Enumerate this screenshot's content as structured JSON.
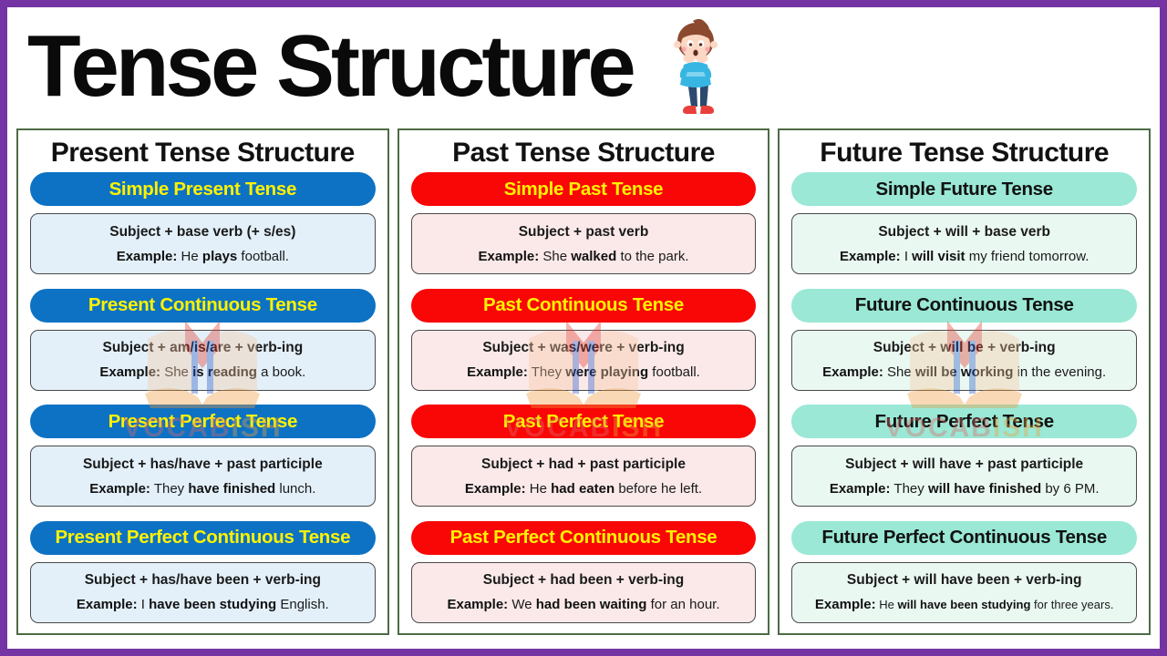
{
  "page": {
    "title": "Tense Structure",
    "border_color": "#7434A4",
    "column_border_color": "#4E6B44"
  },
  "watermark": {
    "text_primary": "VOCAB",
    "text_secondary": "ISH",
    "primary_color": "#E06A6A",
    "secondary_color": "#F0A23C"
  },
  "columns": [
    {
      "heading": "Present Tense Structure",
      "pill_bg": "#0D72C4",
      "pill_text_color": "#FFF200",
      "box_bg": "#E3F0FA",
      "sections": [
        {
          "pill": "Simple Present Tense",
          "structure": "Subject + base verb (+ s/es)",
          "example_label": "Example:",
          "example_pre": " He ",
          "example_bold": "plays",
          "example_post": " football."
        },
        {
          "pill": "Present Continuous Tense",
          "structure": "Subject + am/is/are + verb-ing",
          "example_label": "Example:",
          "example_pre": " She ",
          "example_bold": "is reading",
          "example_post": " a book."
        },
        {
          "pill": "Present Perfect Tense",
          "structure": "Subject + has/have + past participle",
          "example_label": "Example:",
          "example_pre": " They ",
          "example_bold": "have finished",
          "example_post": " lunch."
        },
        {
          "pill": "Present Perfect Continuous Tense",
          "structure": "Subject + has/have been + verb-ing",
          "example_label": "Example:",
          "example_pre": " I ",
          "example_bold": "have been studying",
          "example_post": " English."
        }
      ]
    },
    {
      "heading": "Past Tense Structure",
      "pill_bg": "#F90606",
      "pill_text_color": "#FFF200",
      "box_bg": "#FBE9E9",
      "sections": [
        {
          "pill": "Simple Past Tense",
          "structure": "Subject + past verb",
          "example_label": "Example:",
          "example_pre": " She ",
          "example_bold": "walked",
          "example_post": " to the park."
        },
        {
          "pill": "Past Continuous Tense",
          "structure": "Subject + was/were + verb-ing",
          "example_label": "Example:",
          "example_pre": " They ",
          "example_bold": "were playing",
          "example_post": " football."
        },
        {
          "pill": "Past Perfect Tense",
          "structure": "Subject + had + past participle",
          "example_label": "Example:",
          "example_pre": " He ",
          "example_bold": "had eaten",
          "example_post": " before he left."
        },
        {
          "pill": "Past Perfect Continuous Tense",
          "structure": "Subject + had been + verb-ing",
          "example_label": "Example:",
          "example_pre": " We ",
          "example_bold": "had been waiting",
          "example_post": " for an hour."
        }
      ]
    },
    {
      "heading": "Future Tense Structure",
      "pill_bg": "#9AE8D5",
      "pill_text_color": "#111111",
      "box_bg": "#EAF8F2",
      "sections": [
        {
          "pill": "Simple Future Tense",
          "structure": "Subject + will + base verb",
          "example_label": "Example:",
          "example_pre": " I ",
          "example_bold": "will visit",
          "example_post": " my friend tomorrow."
        },
        {
          "pill": "Future Continuous Tense",
          "structure": "Subject + will be + verb-ing",
          "example_label": "Example:",
          "example_pre": " She ",
          "example_bold": "will be working",
          "example_post": " in the evening."
        },
        {
          "pill": "Future Perfect Tense",
          "structure": "Subject + will have + past participle",
          "example_label": "Example:",
          "example_pre": " They ",
          "example_bold": "will have finished",
          "example_post": " by 6 PM."
        },
        {
          "pill": "Future Perfect Continuous Tense",
          "structure": "Subject + will have been + verb-ing",
          "example_label": "Example:",
          "example_pre": " He ",
          "example_bold": "will have been studying",
          "example_post": " for three years.",
          "small": true
        }
      ]
    }
  ]
}
